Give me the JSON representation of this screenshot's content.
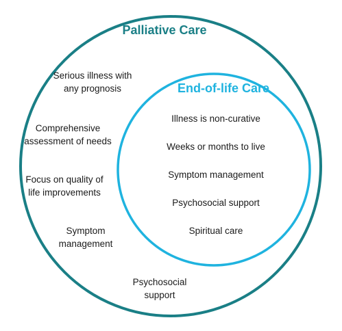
{
  "outer": {
    "title": "Palliative Care",
    "color": "#1a7f86",
    "items": [
      "Serious illness with\nany prognosis",
      "Comprehensive\nassessment of needs",
      "Focus on quality of\nlife improvements",
      "Symptom\nmanagement",
      "Psychosocial\nsupport"
    ]
  },
  "inner": {
    "title": "End-of-life Care",
    "color": "#1fb3df",
    "items": [
      "Illness is non-curative",
      "Weeks or months to live",
      "Symptom management",
      "Psychosocial support",
      "Spiritual care"
    ]
  }
}
